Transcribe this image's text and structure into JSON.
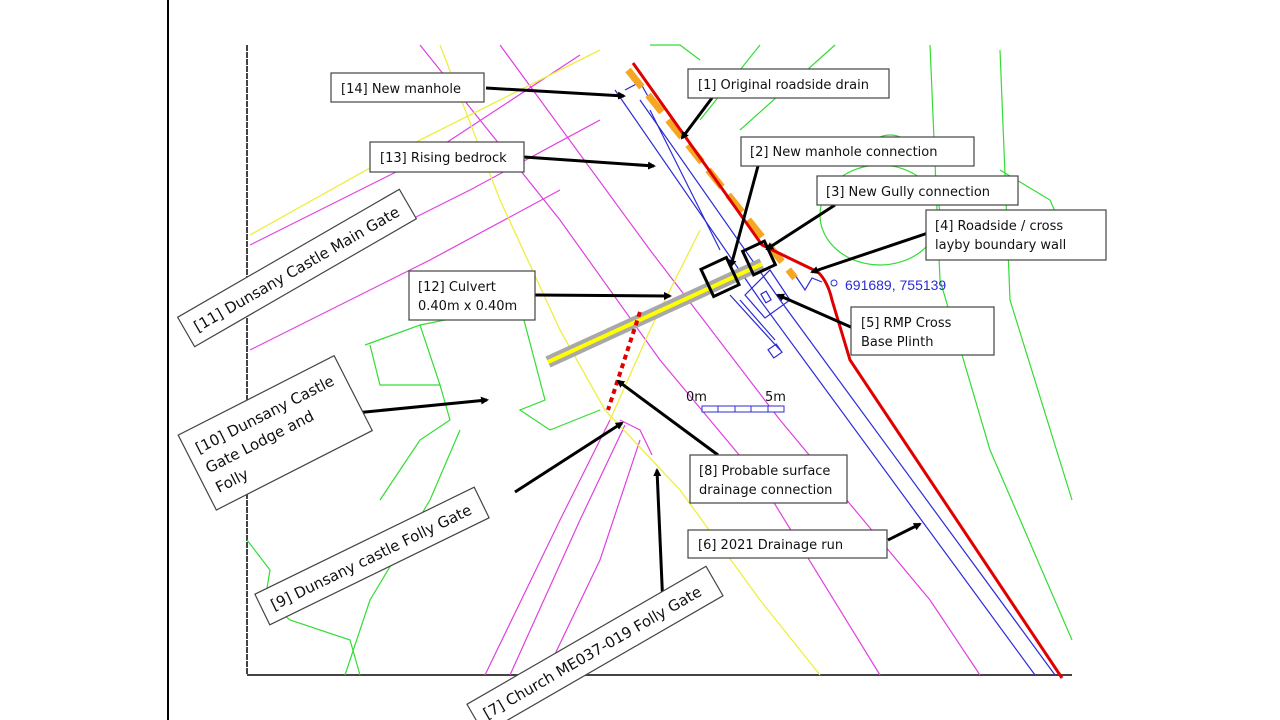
{
  "labels": {
    "l14": "[14] New manhole",
    "l1": "[1] Original roadside drain",
    "l13": "[13] Rising bedrock",
    "l2": "[2] New manhole connection",
    "l3": "[3] New Gully connection",
    "l4_1": "[4] Roadside  / cross",
    "l4_2": "layby boundary wall",
    "l12_1": "[12] Culvert",
    "l12_2": "0.40m  x 0.40m",
    "l5_1": "[5] RMP  Cross",
    "l5_2": "Base Plinth",
    "l8_1": "[8] Probable surface",
    "l8_2": "drainage connection",
    "l6": "[6] 2021 Drainage run",
    "l11": "[11] Dunsany Castle Main Gate",
    "l10_1": "[10] Dunsany Castle",
    "l10_2": "Gate Lodge and",
    "l10_3": "Folly",
    "l9": "[9] Dunsany castle Folly Gate",
    "l7": "[7] Church ME037-019 Folly Gate"
  },
  "coordinates": "691689, 755139",
  "scale": {
    "start": "0m",
    "end": "5m"
  },
  "colors": {
    "road": "#e00000",
    "drain": "#f5a623",
    "blue": "#2b2bd6",
    "green": "#33dd33",
    "magenta": "#e040e0",
    "yellow": "#eeee40"
  }
}
